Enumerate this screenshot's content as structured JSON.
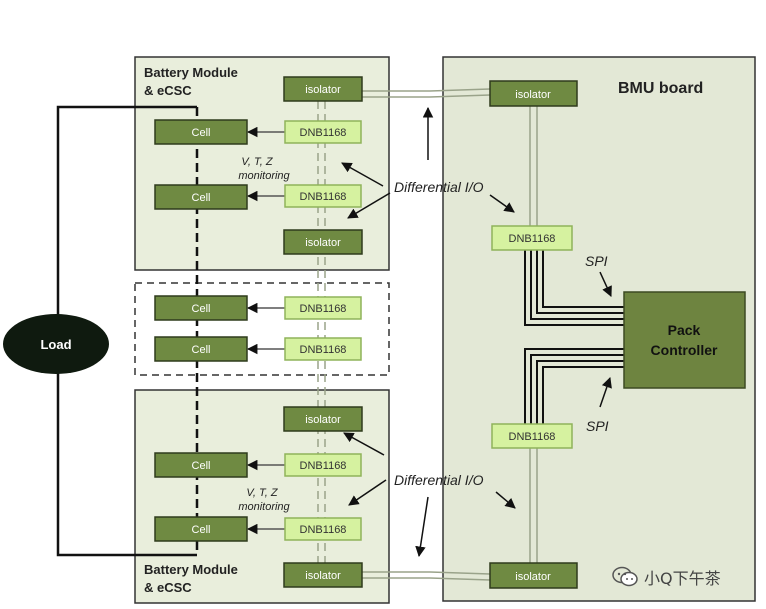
{
  "module_top": {
    "title_line1": "Battery Module",
    "title_line2": "& eCSC"
  },
  "module_bottom": {
    "title_line1": "Battery Module",
    "title_line2": "& eCSC"
  },
  "bmu": {
    "title": "BMU board"
  },
  "load": {
    "label": "Load"
  },
  "cell_label": "Cell",
  "dnb_label": "DNB1168",
  "isolator_label": "isolator",
  "monitoring": {
    "line1": "V, T, Z",
    "line2": "monitoring"
  },
  "monitoring_bottom": {
    "line1": "V, T, Z",
    "line2": "monitoring"
  },
  "differential_top": "Differential I/O",
  "differential_bottom": "Differential I/O",
  "spi_top": "SPI",
  "spi_bottom": "SPI",
  "pack_controller": {
    "line1": "Pack",
    "line2": "Controller"
  },
  "watermark": "小Q下午茶",
  "colors": {
    "panel_fill": "#e9eedc",
    "bmu_fill": "#e3e8d6",
    "block_dark": "#6f8a42",
    "dnb_fill": "#d6f2a0",
    "dnb_border": "#8fb35a",
    "controller": "#6e8440",
    "load": "#0f1a0f"
  }
}
